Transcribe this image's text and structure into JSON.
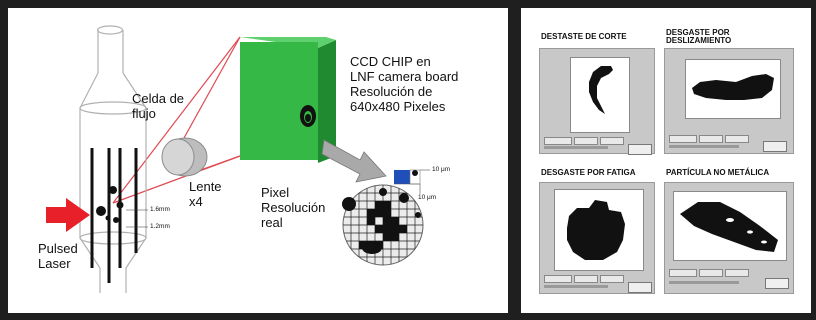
{
  "left_diagram": {
    "labels": {
      "flow_cell": "Celda de\nflujo",
      "ccd": "CCD CHIP en\nLNF camera board\nResolución de\n640x480 Pixeles",
      "lens": "Lente\nx4",
      "pixel": "Pixel\nResolución\nreal",
      "laser": "Pulsed\nLaser",
      "dim_1": "1.6mm",
      "dim_2": "1.2mm",
      "um_top": "10 μm",
      "um_bottom": "10 μm"
    },
    "colors": {
      "ccd_green": "#35b845",
      "laser_red": "#e8202a",
      "ray_red": "#e04a52",
      "pixel_blue": "#1f4fb8"
    }
  },
  "right_panels": {
    "quadrants": [
      {
        "title": "DESTASTE DE CORTE",
        "shape": "crescent-particle"
      },
      {
        "title": "DESGASTE POR\nDESLIZAMIENTO",
        "shape": "elongated-particle"
      },
      {
        "title": "DESGASTE POR FATIGA",
        "shape": "chunky-particle"
      },
      {
        "title": "PARTÍCULA NO METÁLICA",
        "shape": "leaf-particle"
      }
    ]
  }
}
